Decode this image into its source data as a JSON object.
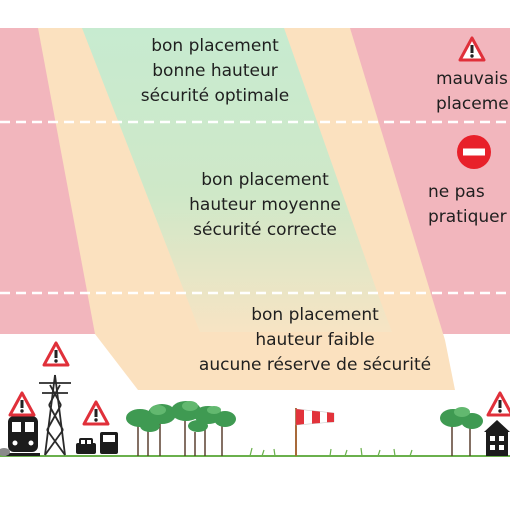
{
  "zones": {
    "top": {
      "line1": "bon placement",
      "line2": "bonne hauteur",
      "line3": "sécurité optimale"
    },
    "middle": {
      "line1": "bon placement",
      "line2": "hauteur moyenne",
      "line3": "sécurité correcte"
    },
    "low": {
      "line1": "bon placement",
      "line2": "hauteur faible",
      "line3": "aucune réserve de sécurité"
    }
  },
  "side": {
    "bad_line1": "mauvais",
    "bad_line2": "placement",
    "no_line1": "ne pas",
    "no_line2": "pratiquer"
  },
  "colors": {
    "red_zone": "#f2b6bd",
    "orange_zone": "#fbe1bf",
    "green_zone": "#c7ebd0",
    "warning_red": "#e0303a",
    "no_entry_red": "#e8202a",
    "tree_green": "#3f9a52",
    "windsock_red": "#e2333b"
  },
  "icons": [
    "warning-icon",
    "no-entry-icon",
    "train-icon",
    "power-pylon-icon",
    "car-icon",
    "truck-icon",
    "forest-icon",
    "windsock-icon",
    "house-icon"
  ]
}
